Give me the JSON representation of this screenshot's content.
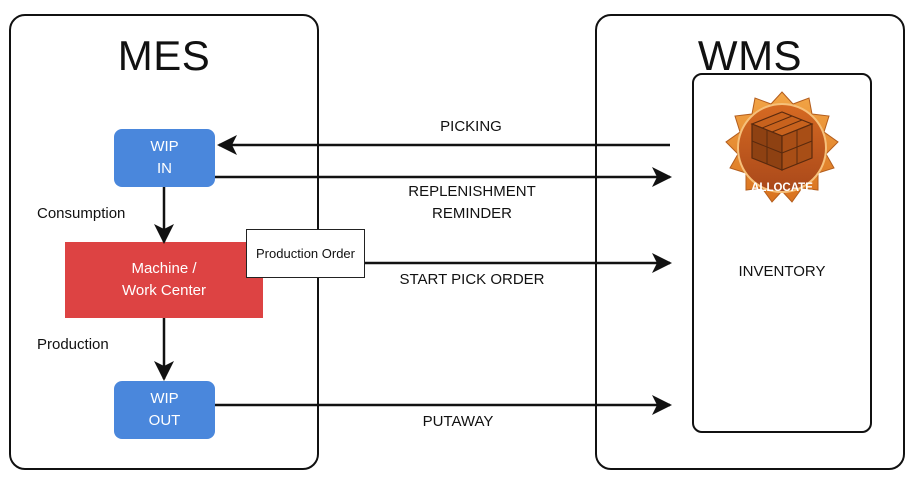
{
  "mes": {
    "title": "MES"
  },
  "wms": {
    "title": "WMS",
    "inventory_label": "INVENTORY"
  },
  "badge": {
    "text": "ALLOCATE",
    "icon": "boxes-icon",
    "color_outer": "#e8892e",
    "color_inner": "#c05a1c"
  },
  "nodes": {
    "wip_in": {
      "line1": "WIP",
      "line2": "IN"
    },
    "machine": {
      "line1": "Machine /",
      "line2": "Work Center",
      "tag": "Production Order"
    },
    "wip_out": {
      "line1": "WIP",
      "line2": "OUT"
    }
  },
  "flows": {
    "consumption": "Consumption",
    "production": "Production",
    "picking": "PICKING",
    "replenishment_line1": "REPLENISHMENT",
    "replenishment_line2": "REMINDER",
    "start_pick_order": "START PICK ORDER",
    "putaway": "PUTAWAY"
  },
  "colors": {
    "node_blue": "#4a87dc",
    "node_red": "#dd4343",
    "line": "#111111"
  }
}
